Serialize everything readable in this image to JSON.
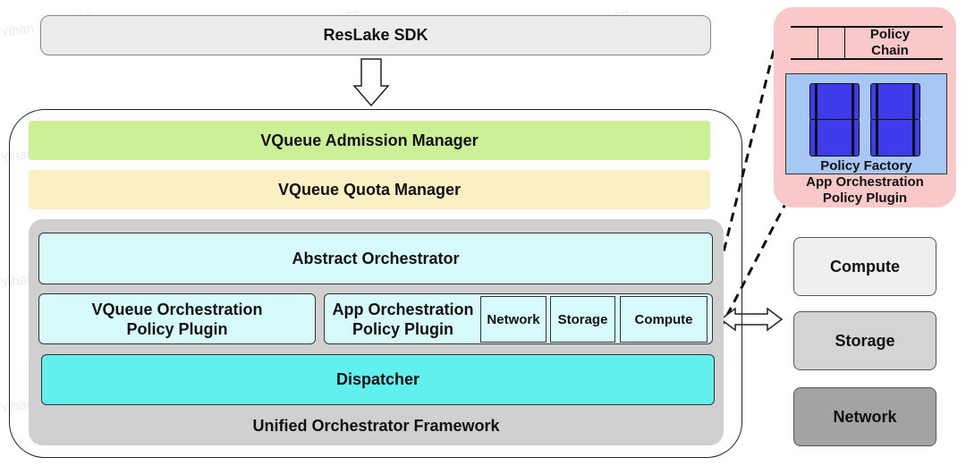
{
  "watermark": "Yihan Zou 1158",
  "sdk": {
    "label": "ResLake SDK"
  },
  "admission": {
    "label": "VQueue Admission Manager"
  },
  "quota": {
    "label": "VQueue Quota Manager"
  },
  "framework": {
    "label": "Unified Orchestrator Framework",
    "abstract": "Abstract Orchestrator",
    "vqueue_plugin": {
      "line1": "VQueue Orchestration",
      "line2": "Policy Plugin"
    },
    "app_plugin": {
      "line1": "App Orchestration",
      "line2": "Policy Plugin",
      "subs": [
        "Network",
        "Storage",
        "Compute"
      ]
    },
    "dispatcher": "Dispatcher"
  },
  "resources": [
    {
      "label": "Compute",
      "color": "#efefef"
    },
    {
      "label": "Storage",
      "color": "#d4d4d4"
    },
    {
      "label": "Network",
      "color": "#a3a3a3"
    }
  ],
  "zoom_detail": {
    "chain": {
      "line1": "Policy",
      "line2": "Chain"
    },
    "factory_label": "Policy Factory",
    "plugin": {
      "line1": "App Orchestration",
      "line2": "Policy Plugin"
    }
  },
  "colors": {
    "admission": "#ccf096",
    "quota": "#fbefc4",
    "orchestrator": "#d7fbfb",
    "dispatcher": "#62f0ee",
    "zoom_bg": "#f9c9c9",
    "factory_bg": "#a7c8f4",
    "chip": "#3d3bea"
  }
}
